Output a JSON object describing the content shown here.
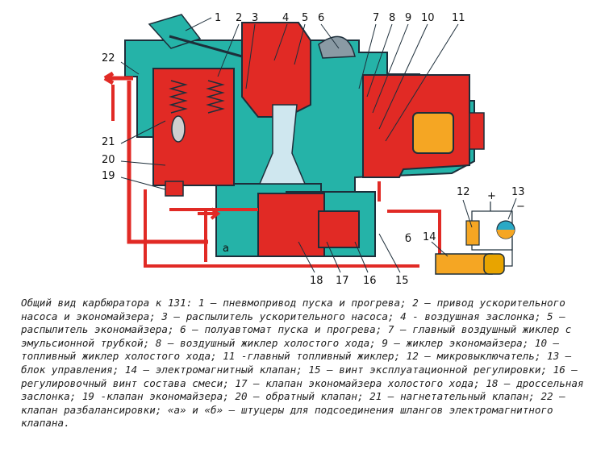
{
  "diagram": {
    "callouts": {
      "c1": "1",
      "c2": "2",
      "c3": "3",
      "c4": "4",
      "c5": "5",
      "c6": "6",
      "c7": "7",
      "c8": "8",
      "c9": "9",
      "c10": "10",
      "c11": "11",
      "c12": "12",
      "c13": "13",
      "c14": "14",
      "c15": "15",
      "c16": "16",
      "c17": "17",
      "c18": "18",
      "c19": "19",
      "c20": "20",
      "c21": "21",
      "c22": "22"
    },
    "fitting_a": "а",
    "fitting_b": "б",
    "plus_sign": "+",
    "minus_sign": "−",
    "colors": {
      "body": "#25b3a8",
      "fuel": "#e12a25",
      "outline": "#1d2e3a",
      "chamber": "#f5a623"
    }
  },
  "caption": "Общий вид карбюратора к 131: 1 — пневмопривод пуска и прогрева; 2 — привод ускорительного насоса и экономайзера; 3 — распылитель ускорительного насоса; 4 - воздушная заслонка; 5 — распылитель экономайзера; 6 — полуавтомат пуска и прогрева; 7 — главный воздушный жиклер с эмульсионной трубкой; 8 — воздушный жиклер холостого хода; 9 — жиклер экономайзера; 10 — топливный жиклер холостого хода; 11 -главный топливный жиклер; 12 — микровыключатель; 13 — блок управления; 14 — электромагнитный клапан; 15 — винт эксплуатационной регулировки; 16 — регулировочный винт состава смеси; 17 — клапан экономайзера холостого хода; 18 — дроссельная заслонка; 19 -клапан экономайзера; 20 — обратный клапан; 21 — нагнетательный клапан; 22 — клапан разбалансировки; «а» и «б» — штуцеры для подсоединения шлангов электромагнитного клапана."
}
